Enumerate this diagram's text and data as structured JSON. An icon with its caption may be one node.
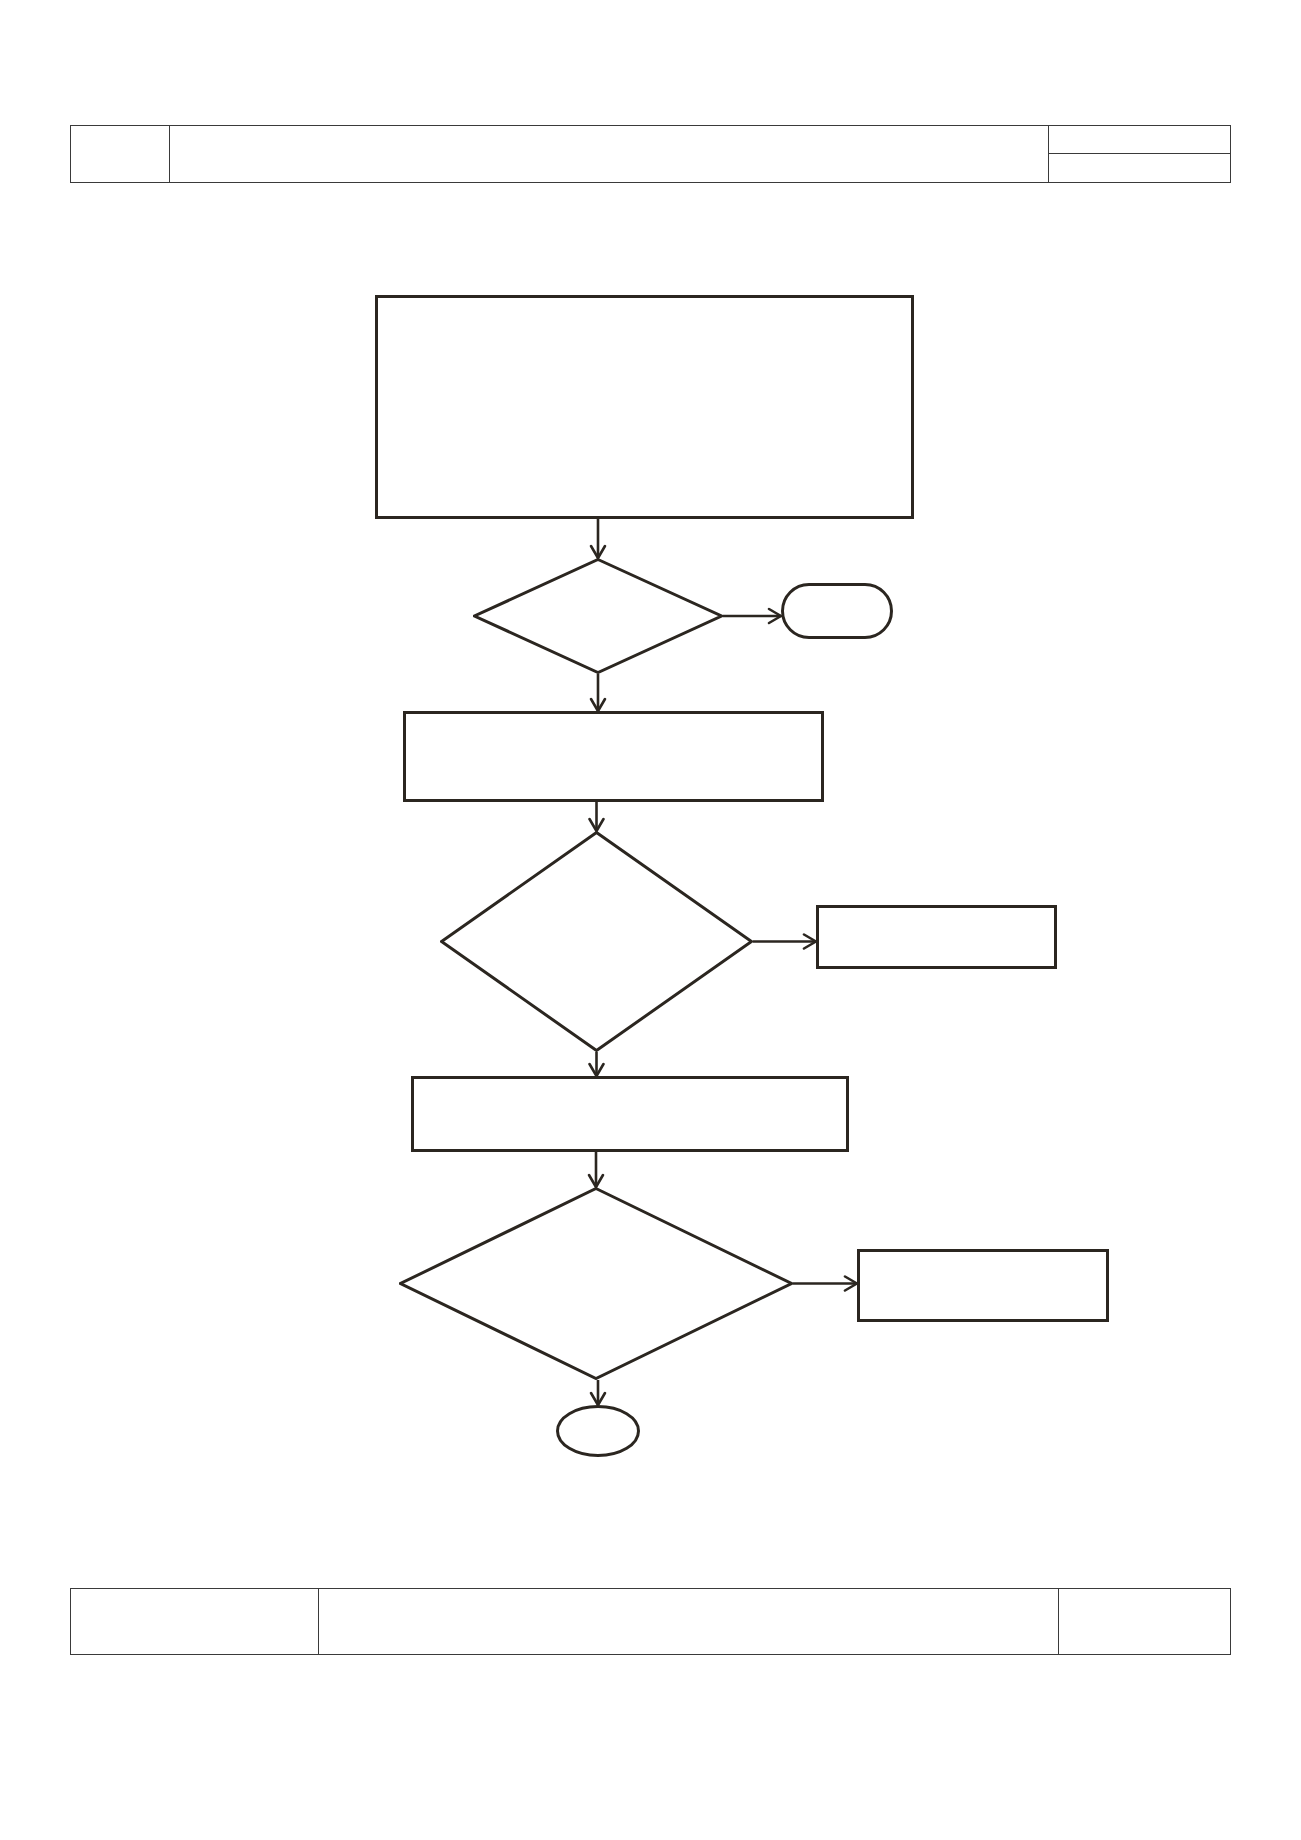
{
  "diagram": {
    "nodes": [
      {
        "text": [],
        "shape": "box"
      },
      {
        "text": [],
        "shape": "diamond"
      },
      {
        "text": [],
        "shape": "pill"
      },
      {
        "text": [],
        "shape": "box"
      },
      {
        "text": [],
        "shape": "diamond"
      },
      {
        "text": [],
        "shape": "box"
      },
      {
        "text": [],
        "shape": "box"
      },
      {
        "text": [],
        "shape": "diamond"
      },
      {
        "text": [],
        "shape": "box"
      },
      {
        "text": [],
        "shape": "oval"
      }
    ],
    "edges": [
      {
        "from": 0,
        "to": 1,
        "arrow": "to"
      },
      {
        "from": 1,
        "to": 2,
        "arrow": "to"
      },
      {
        "from": 1,
        "to": 3,
        "arrow": "to"
      },
      {
        "from": 3,
        "to": 4,
        "arrow": "to"
      },
      {
        "from": 4,
        "to": 5,
        "arrow": "to"
      },
      {
        "from": 4,
        "to": 6,
        "arrow": "to"
      },
      {
        "from": 6,
        "to": 7,
        "arrow": "to"
      },
      {
        "from": 7,
        "to": 8,
        "arrow": "to"
      },
      {
        "from": 7,
        "to": 9,
        "arrow": "to"
      }
    ]
  }
}
